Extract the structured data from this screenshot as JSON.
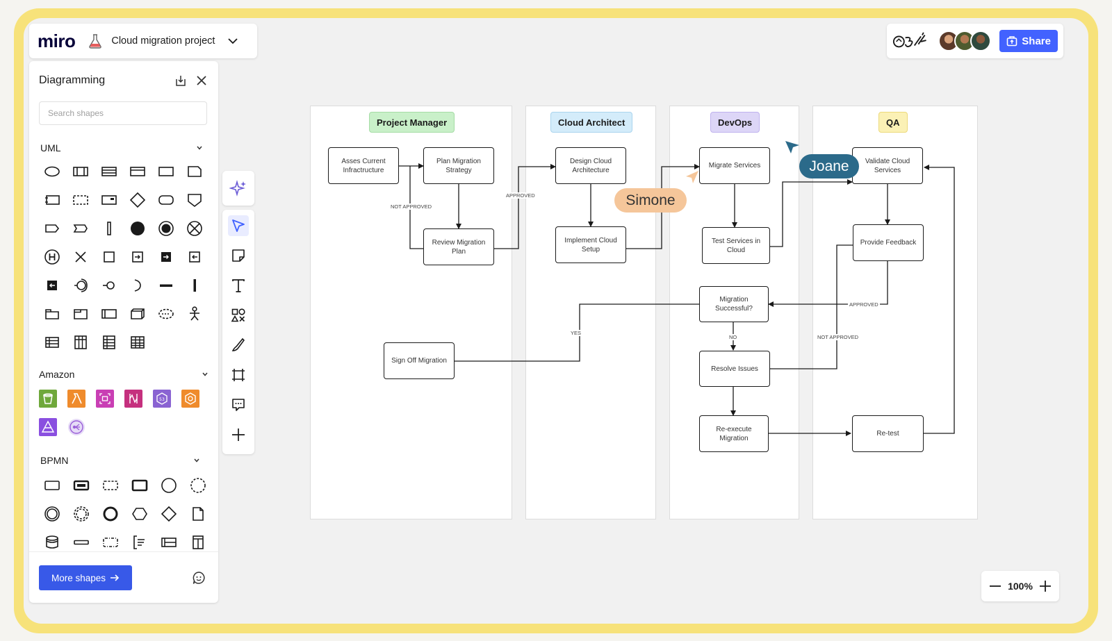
{
  "app": {
    "logo": "miro",
    "project_name": "Cloud migration project",
    "share_label": "Share",
    "zoom_level": "100%"
  },
  "icons": {
    "project": "flask-icon",
    "reactions": "reactions-icon",
    "export": "export-icon",
    "close": "close-icon",
    "feedback": "feedback-icon"
  },
  "colors": {
    "accent": "#4262ff",
    "more_button": "#3859e8",
    "frame": "#f7e27a",
    "cursor_joane": "#2b6a8a",
    "cursor_simone": "#f5c69a"
  },
  "panel": {
    "title": "Diagramming",
    "search_placeholder": "Search shapes",
    "sections": [
      {
        "label": "UML"
      },
      {
        "label": "Amazon"
      },
      {
        "label": "BPMN"
      }
    ],
    "more_shapes_label": "More shapes"
  },
  "toolbar": {
    "tools": [
      "ai-sparkle",
      "select",
      "sticky-note",
      "text",
      "shapes",
      "pen",
      "frame",
      "comment",
      "add"
    ],
    "active_tool": "select"
  },
  "diagram": {
    "lanes": [
      {
        "title": "Project Manager",
        "color": "#c9f0c9"
      },
      {
        "title": "Cloud Architect",
        "color": "#d4ecfa"
      },
      {
        "title": "DevOps",
        "color": "#ddd6f7"
      },
      {
        "title": "QA",
        "color": "#fbf1b5"
      }
    ],
    "nodes": {
      "assess": "Asses Current Infractructure",
      "plan": "Plan Migration Strategy",
      "review": "Review Migration Plan",
      "signoff": "Sign Off Migration",
      "design": "Design Cloud Architecture",
      "implement": "Implement Cloud Setup",
      "migrate": "Migrate Services",
      "test": "Test Services in Cloud",
      "successful": "Migration Successful?",
      "resolve": "Resolve Issues",
      "reexecute": "Re-execute Migration",
      "validate": "Validate Cloud Services",
      "feedback": "Provide Feedback",
      "retest": "Re-test"
    },
    "edge_labels": {
      "not_approved_1": "NOT APPROVED",
      "approved_1": "APPROVED",
      "approved_2": "APPROVED",
      "not_approved_2": "NOT APPROVED",
      "yes": "YES",
      "no": "NO"
    },
    "cursors": {
      "simone": "Simone",
      "joane": "Joane"
    }
  }
}
